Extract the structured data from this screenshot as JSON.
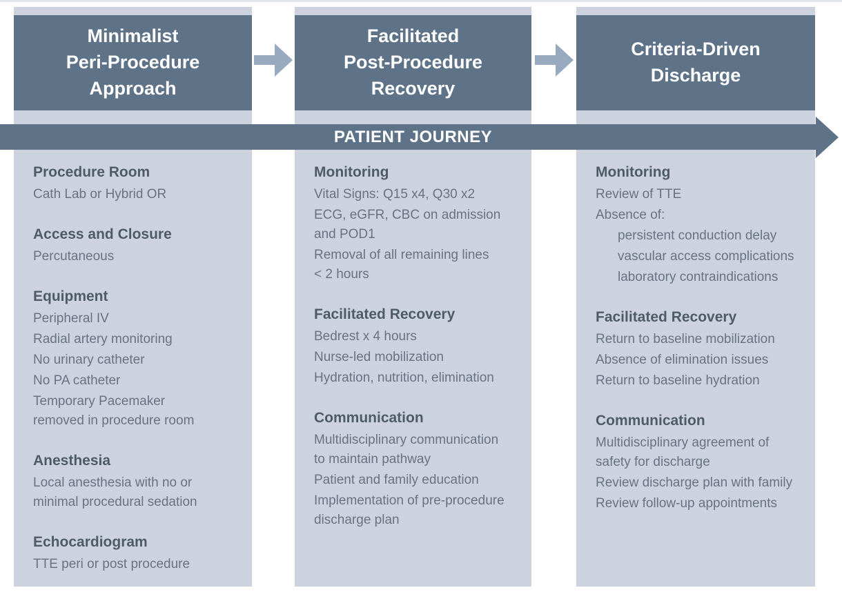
{
  "colors": {
    "column_bg": "#cdd3de",
    "header_bg": "#5e7288",
    "header_text": "#ffffff",
    "banner_bg": "#5e7288",
    "banner_text": "#ffffff",
    "arrow": "#98aabf",
    "heading_text": "#4e5a68",
    "body_text": "#687283"
  },
  "banner": {
    "label": "PATIENT JOURNEY"
  },
  "columns": [
    {
      "title": "Minimalist\nPeri-Procedure\nApproach",
      "sections": [
        {
          "heading": "Procedure Room",
          "items": [
            {
              "text": "Cath Lab or Hybrid OR"
            }
          ]
        },
        {
          "heading": "Access and Closure",
          "items": [
            {
              "text": "Percutaneous"
            }
          ]
        },
        {
          "heading": "Equipment",
          "items": [
            {
              "text": "Peripheral IV"
            },
            {
              "text": "Radial artery monitoring"
            },
            {
              "text": "No urinary catheter"
            },
            {
              "text": "No PA catheter"
            },
            {
              "text": "Temporary Pacemaker\nremoved in procedure room"
            }
          ]
        },
        {
          "heading": "Anesthesia",
          "items": [
            {
              "text": "Local anesthesia with no or\nminimal procedural sedation"
            }
          ]
        },
        {
          "heading": "Echocardiogram",
          "items": [
            {
              "text": "TTE peri or post procedure"
            }
          ]
        }
      ]
    },
    {
      "title": "Facilitated\nPost-Procedure\nRecovery",
      "sections": [
        {
          "heading": "Monitoring",
          "items": [
            {
              "text": "Vital Signs: Q15 x4, Q30 x2"
            },
            {
              "text": "ECG, eGFR, CBC on admission\nand POD1"
            },
            {
              "text": "Removal of all remaining lines\n< 2 hours"
            }
          ]
        },
        {
          "heading": "Facilitated Recovery",
          "items": [
            {
              "text": "Bedrest x 4 hours"
            },
            {
              "text": "Nurse-led mobilization"
            },
            {
              "text": "Hydration, nutrition, elimination"
            }
          ]
        },
        {
          "heading": "Communication",
          "items": [
            {
              "text": "Multidisciplinary communication\nto maintain pathway"
            },
            {
              "text": "Patient and family education"
            },
            {
              "text": "Implementation of pre-procedure\ndischarge plan"
            }
          ]
        }
      ]
    },
    {
      "title": "Criteria-Driven\nDischarge",
      "sections": [
        {
          "heading": "Monitoring",
          "items": [
            {
              "text": "Review of TTE"
            },
            {
              "text": "Absence of:"
            },
            {
              "text": "persistent conduction delay",
              "indent": true
            },
            {
              "text": "vascular access complications",
              "indent": true
            },
            {
              "text": "laboratory contraindications",
              "indent": true
            }
          ]
        },
        {
          "heading": "Facilitated Recovery",
          "items": [
            {
              "text": "Return to baseline mobilization"
            },
            {
              "text": "Absence of elimination issues"
            },
            {
              "text": "Return to baseline hydration"
            }
          ]
        },
        {
          "heading": "Communication",
          "items": [
            {
              "text": "Multidisciplinary agreement of\nsafety for discharge"
            },
            {
              "text": "Review discharge plan with family"
            },
            {
              "text": "Review follow-up appointments"
            }
          ]
        }
      ]
    }
  ]
}
